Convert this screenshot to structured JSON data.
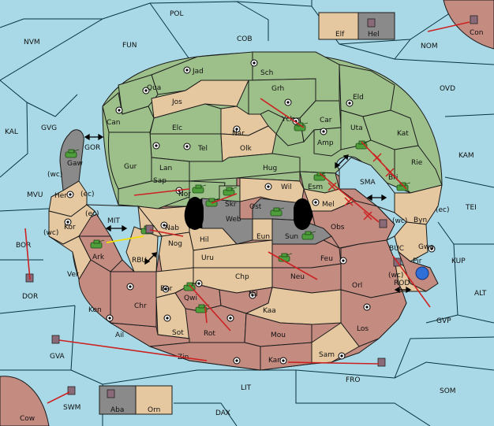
{
  "map": {
    "seas": [
      {
        "id": "POL",
        "label": "POL"
      },
      {
        "id": "NVM",
        "label": "NVM"
      },
      {
        "id": "FUN",
        "label": "FUN"
      },
      {
        "id": "COB",
        "label": "COB"
      },
      {
        "id": "NOM",
        "label": "NOM"
      },
      {
        "id": "OVD",
        "label": "OVD"
      },
      {
        "id": "KAL",
        "label": "KAL"
      },
      {
        "id": "GVG",
        "label": "GVG"
      },
      {
        "id": "KAM",
        "label": "KAM"
      },
      {
        "id": "TEI",
        "label": "TEI"
      },
      {
        "id": "MVU",
        "label": "MVU"
      },
      {
        "id": "BOR",
        "label": "BOR"
      },
      {
        "id": "KUP",
        "label": "KUP"
      },
      {
        "id": "ALT",
        "label": "ALT"
      },
      {
        "id": "GVP",
        "label": "GVP"
      },
      {
        "id": "GVA",
        "label": "GVA"
      },
      {
        "id": "FRO",
        "label": "FRO"
      },
      {
        "id": "SOM",
        "label": "SOM"
      },
      {
        "id": "LIT",
        "label": "LIT"
      },
      {
        "id": "DAX",
        "label": "DAX"
      },
      {
        "id": "SWM",
        "label": "SWM"
      },
      {
        "id": "SMA",
        "label": "SMA"
      },
      {
        "id": "MIT",
        "label": "MIT"
      },
      {
        "id": "RBU",
        "label": "RBU"
      },
      {
        "id": "GOR",
        "label": "GOR"
      },
      {
        "id": "BUC",
        "label": "BUC"
      },
      {
        "id": "ROD",
        "label": "ROD"
      }
    ],
    "lands": [
      {
        "id": "Jad",
        "label": "Jad"
      },
      {
        "id": "Sch",
        "label": "Sch"
      },
      {
        "id": "Qua",
        "label": "Qua"
      },
      {
        "id": "Jos",
        "label": "Jos"
      },
      {
        "id": "Grh",
        "label": "Grh"
      },
      {
        "id": "Can",
        "label": "Can"
      },
      {
        "id": "Yck",
        "label": "Yck"
      },
      {
        "id": "Car",
        "label": "Car"
      },
      {
        "id": "Eld",
        "label": "Eld"
      },
      {
        "id": "Elc",
        "label": "Elc"
      },
      {
        "id": "Nar",
        "label": "Nar"
      },
      {
        "id": "Tel",
        "label": "Tel"
      },
      {
        "id": "Olk",
        "label": "Olk"
      },
      {
        "id": "Amp",
        "label": "Amp"
      },
      {
        "id": "Uta",
        "label": "Uta"
      },
      {
        "id": "Kat",
        "label": "Kat"
      },
      {
        "id": "Gur",
        "label": "Gur"
      },
      {
        "id": "Lan",
        "label": "Lan"
      },
      {
        "id": "Hug",
        "label": "Hug"
      },
      {
        "id": "Rie",
        "label": "Rie"
      },
      {
        "id": "Gaw",
        "label": "Gaw"
      },
      {
        "id": "Sap",
        "label": "Sap"
      },
      {
        "id": "Nor",
        "label": "Nor"
      },
      {
        "id": "Skr",
        "label": "Skr"
      },
      {
        "id": "Wil",
        "label": "Wil"
      },
      {
        "id": "Esm",
        "label": "Esm"
      },
      {
        "id": "Bri",
        "label": "Bri"
      },
      {
        "id": "Her",
        "label": "Her"
      },
      {
        "id": "Ost",
        "label": "Ost"
      },
      {
        "id": "Web",
        "label": "Web"
      },
      {
        "id": "Mel",
        "label": "Mel"
      },
      {
        "id": "Byn",
        "label": "Byn"
      },
      {
        "id": "Kor",
        "label": "Kor"
      },
      {
        "id": "Nab",
        "label": "Nab"
      },
      {
        "id": "Eun",
        "label": "Eun"
      },
      {
        "id": "Sun",
        "label": "Sun"
      },
      {
        "id": "Obs",
        "label": "Obs"
      },
      {
        "id": "Gwa",
        "label": "Gwa"
      },
      {
        "id": "Hil",
        "label": "Hil"
      },
      {
        "id": "Nog",
        "label": "Nog"
      },
      {
        "id": "Ark",
        "label": "Ark"
      },
      {
        "id": "Uru",
        "label": "Uru"
      },
      {
        "id": "Feu",
        "label": "Feu"
      },
      {
        "id": "Pir",
        "label": "Pir"
      },
      {
        "id": "Ver",
        "label": "Ver"
      },
      {
        "id": "Chp",
        "label": "Chp"
      },
      {
        "id": "Neu",
        "label": "Neu"
      },
      {
        "id": "Orl",
        "label": "Orl"
      },
      {
        "id": "Bar",
        "label": "Bar"
      },
      {
        "id": "Qwi",
        "label": "Qwi"
      },
      {
        "id": "Nil",
        "label": "Nil"
      },
      {
        "id": "Ken",
        "label": "Ken"
      },
      {
        "id": "Chr",
        "label": "Chr"
      },
      {
        "id": "Kaa",
        "label": "Kaa"
      },
      {
        "id": "Sot",
        "label": "Sot"
      },
      {
        "id": "Los",
        "label": "Los"
      },
      {
        "id": "Ail",
        "label": "Ail"
      },
      {
        "id": "Rot",
        "label": "Rot"
      },
      {
        "id": "Mou",
        "label": "Mou"
      },
      {
        "id": "Zin",
        "label": "Zin"
      },
      {
        "id": "Kar",
        "label": "Kar"
      },
      {
        "id": "Sam",
        "label": "Sam"
      },
      {
        "id": "Elf",
        "label": "Elf"
      },
      {
        "id": "Hel",
        "label": "Hel"
      },
      {
        "id": "Con",
        "label": "Con"
      },
      {
        "id": "Cow",
        "label": "Cow"
      },
      {
        "id": "Aba",
        "label": "Aba"
      },
      {
        "id": "Orn",
        "label": "Orn"
      },
      {
        "id": "DOR",
        "label": "DOR"
      }
    ],
    "coast_tags": [
      {
        "id": "wc1",
        "label": "(wc)"
      },
      {
        "id": "ec1",
        "label": "(ec)"
      },
      {
        "id": "ec2",
        "label": "(ec)"
      },
      {
        "id": "wc2",
        "label": "(wc)"
      },
      {
        "id": "wc3",
        "label": "(wc)"
      },
      {
        "id": "ec3",
        "label": "(ec)"
      },
      {
        "id": "wc4",
        "label": "(wc)"
      }
    ],
    "colors": {
      "sea": "#a9d9e6",
      "north": "#9dc08b",
      "neutral": "#e6c8a0",
      "south": "#c48b80",
      "impassable": "#8a8a8a"
    }
  }
}
